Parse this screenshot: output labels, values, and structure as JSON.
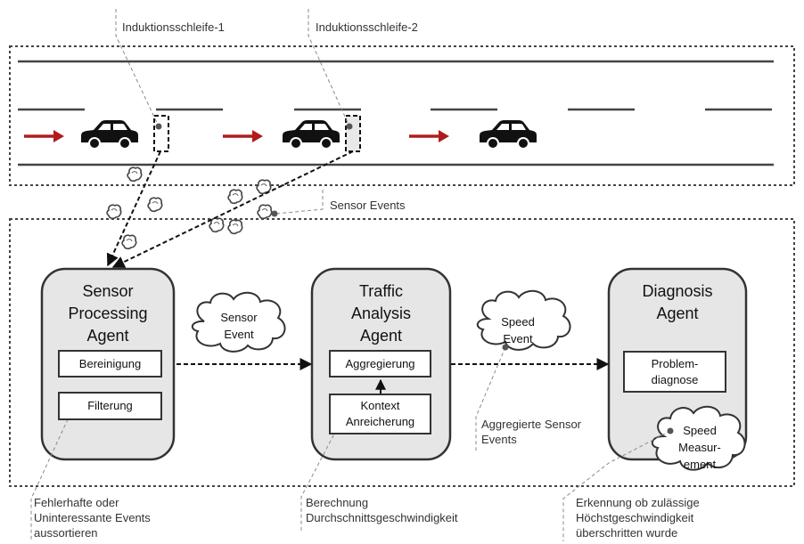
{
  "road": {
    "loop_1_label": "Induktionsschleife-1",
    "loop_2_label": "Induktionsschleife-2",
    "sensor_events_label": "Sensor Events"
  },
  "agents": {
    "sensor_processing": {
      "title_lines": [
        "Sensor",
        "Processing",
        "Agent"
      ],
      "step_1": "Bereinigung",
      "step_2": "Filterung"
    },
    "traffic_analysis": {
      "title_lines": [
        "Traffic",
        "Analysis",
        "Agent"
      ],
      "step_1": "Aggregierung",
      "step_2_lines": [
        "Kontext",
        "Anreicherung"
      ]
    },
    "diagnosis": {
      "title_lines": [
        "Diagnosis",
        "Agent"
      ],
      "step_1_lines": [
        "Problem-",
        "diagnose"
      ]
    }
  },
  "clouds": {
    "sensor_event": [
      "Sensor",
      "Event"
    ],
    "speed_event": [
      "Speed",
      "Event"
    ],
    "speed_measurement": [
      "Speed",
      "Measur-",
      "ement"
    ]
  },
  "annotations": {
    "aggregated_events": [
      "Aggregierte Sensor",
      "Events"
    ],
    "filter_note": [
      "Fehlerhafte oder",
      "Uninteressante Events",
      "aussortieren"
    ],
    "average_speed": [
      "Berechnung",
      "Durchschnittsgeschwindigkeit"
    ],
    "speed_limit": [
      "Erkennung ob zulässige",
      "Höchstgeschwindigkeit",
      "überschritten wurde"
    ]
  },
  "colors": {
    "arrow_red": "#b01c1c",
    "agent_fill": "#e6e6e6",
    "stroke": "#333333",
    "leader_gray": "#8a8a8a"
  }
}
